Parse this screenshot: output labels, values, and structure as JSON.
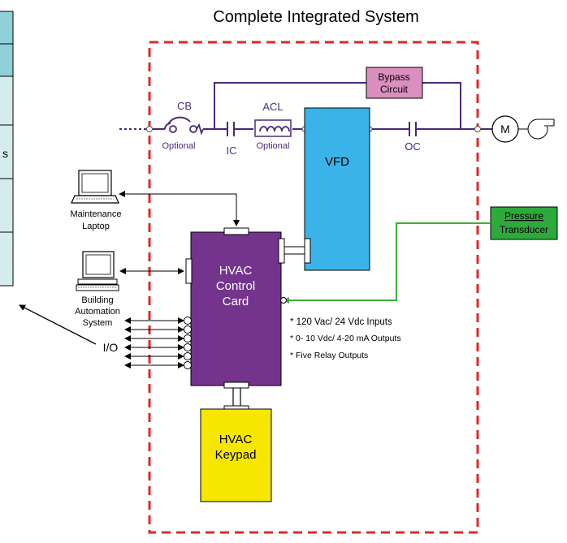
{
  "title": "Complete Integrated System",
  "left_panel": {
    "visible_fragment": "s"
  },
  "labels": {
    "cb": "CB",
    "cb_optional": "Optional",
    "ic": "IC",
    "acl": "ACL",
    "acl_optional": "Optional",
    "oc": "OC",
    "motor": "M",
    "vfd": "VFD",
    "bypass_line1": "Bypass",
    "bypass_line2": "Circuit",
    "pressure_line1": "Pressure",
    "pressure_line2": "Transducer",
    "laptop_line1": "Maintenance",
    "laptop_line2": "Laptop",
    "bas_line1": "Building",
    "bas_line2": "Automation",
    "bas_line3": "System",
    "io": "I/O",
    "control_line1": "HVAC",
    "control_line2": "Control",
    "control_line3": "Card",
    "keypad_line1": "HVAC",
    "keypad_line2": "Keypad"
  },
  "features": [
    "* 120 Vac/ 24 Vdc Inputs",
    "* 0- 10 Vdc/ 4-20 mA Outputs",
    "* Five Relay Outputs"
  ],
  "colors": {
    "power_line": "#4b2a7a",
    "enclosure_border": "#e0282a",
    "vfd_fill": "#3ab4e8",
    "control_card_fill": "#74348e",
    "keypad_fill": "#f6e600",
    "bypass_fill": "#da8fbf",
    "pressure_fill": "#2eaa3c",
    "signal_line": "#3fae3a",
    "left_panel_header": "#8fd0d9",
    "left_panel_body": "#d5ecef"
  }
}
